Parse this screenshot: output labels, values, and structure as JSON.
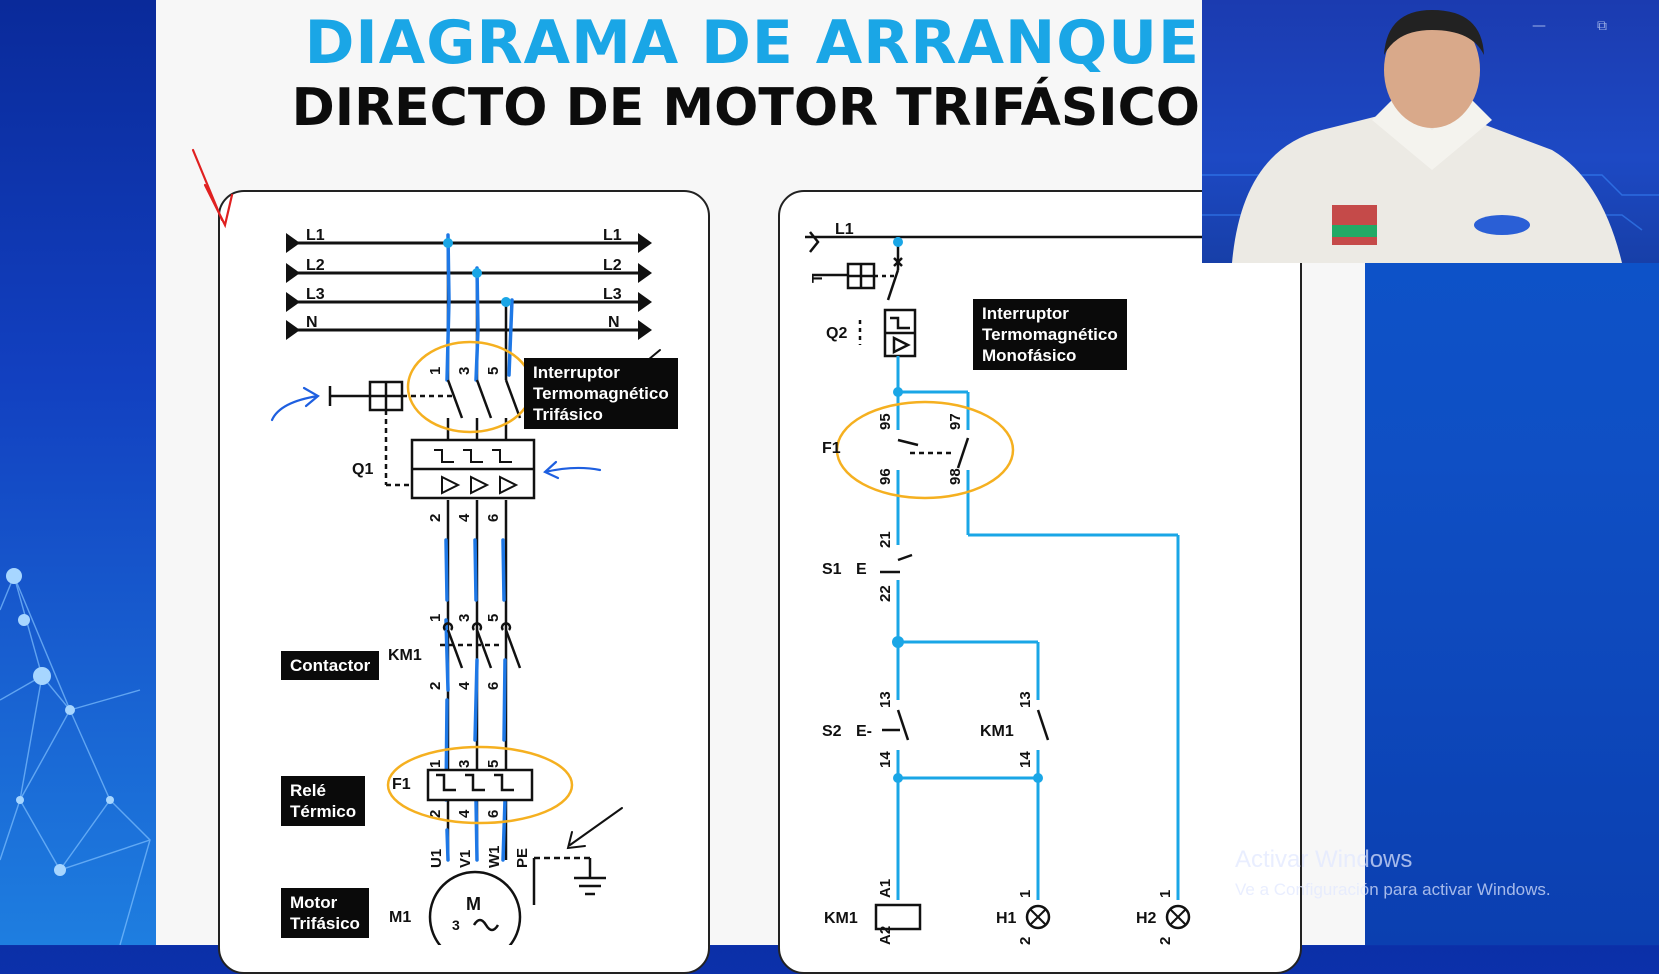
{
  "title": {
    "line1": "DIAGRAMA DE ARRANQUE",
    "line2": "DIRECTO DE MOTOR TRIFÁSICO"
  },
  "power_circuit": {
    "lines_left": [
      "L1",
      "L2",
      "L3",
      "N"
    ],
    "lines_right": [
      "L1",
      "L2",
      "L3",
      "N"
    ],
    "breaker_ref": "Q1",
    "breaker_terminals_top": [
      "1",
      "3",
      "5"
    ],
    "breaker_terminals_bottom": [
      "2",
      "4",
      "6"
    ],
    "breaker_label": [
      "Interruptor",
      "Termomagnético",
      "Trifásico"
    ],
    "contactor_ref": "KM1",
    "contactor_terminals_top": [
      "1",
      "3",
      "5"
    ],
    "contactor_terminals_bottom": [
      "2",
      "4",
      "6"
    ],
    "contactor_label": "Contactor",
    "relay_ref": "F1",
    "relay_terminals_top": [
      "1",
      "3",
      "5"
    ],
    "relay_terminals_bottom": [
      "2",
      "4",
      "6"
    ],
    "relay_label": [
      "Relé",
      "Térmico"
    ],
    "motor_ref": "M1",
    "motor_terminals": [
      "U1",
      "V1",
      "W1",
      "PE"
    ],
    "motor_symbol": [
      "M",
      "3"
    ],
    "motor_label": [
      "Motor",
      "Trifásico"
    ]
  },
  "control_circuit": {
    "supply": "L1",
    "breaker_ref": "Q2",
    "breaker_side": "T",
    "breaker_label": [
      "Interruptor",
      "Termomagnético",
      "Monofásico"
    ],
    "relay_ref": "F1",
    "relay_nc": [
      "95",
      "96"
    ],
    "relay_no": [
      "97",
      "98"
    ],
    "stop_ref": "S1",
    "stop_prefix": "E",
    "stop_terminals": [
      "21",
      "22"
    ],
    "start_ref": "S2",
    "start_prefix": "E-",
    "start_terminals": [
      "13",
      "14"
    ],
    "hold_ref": "KM1",
    "hold_terminals": [
      "13",
      "14"
    ],
    "coil_ref": "KM1",
    "coil_terminals": [
      "A1",
      "A2"
    ],
    "lamp1_ref": "H1",
    "lamp2_ref": "H2",
    "lamp_terminals": [
      "1",
      "2"
    ]
  },
  "colors": {
    "accent": "#1aa6e6",
    "wire_highlight": "#1e78e6",
    "circle_mark": "#f5b020",
    "annotation_red": "#e02020"
  },
  "window": {
    "minimize": "—",
    "restore": "⧉"
  },
  "watermark": {
    "line1": "Activar Windows",
    "line2": "Ve a Configuración para activar Windows."
  }
}
